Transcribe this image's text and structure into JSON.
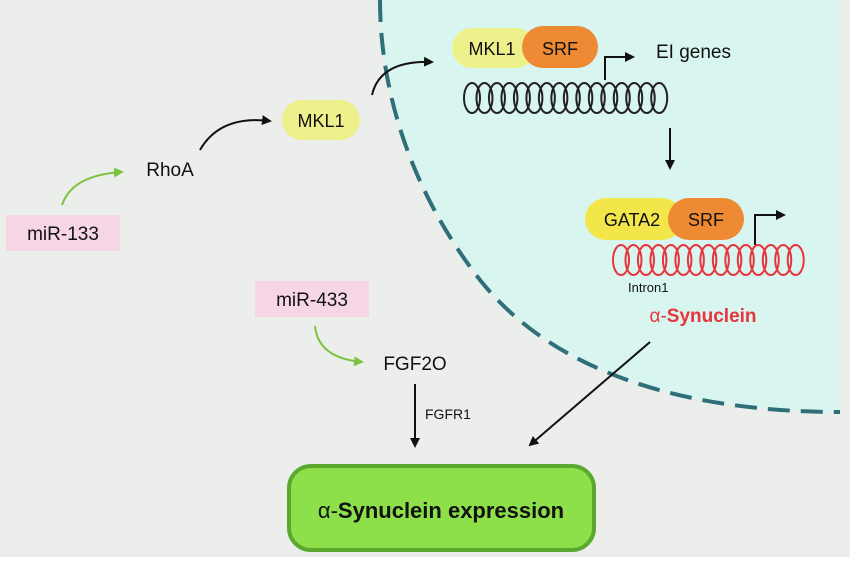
{
  "colors": {
    "cytoplasm": "#eceeec",
    "nucleus": "#d9f5ef",
    "nucleus_border": "#2f6f7a",
    "mirna_box": "#f6d6e4",
    "mkl1": "#eef08c",
    "gata2": "#f2e64a",
    "srf": "#ee8a33",
    "dna_black": "#222222",
    "dna_red": "#e8343c",
    "green_arrow": "#7ec242",
    "output_fill": "#8ee04a",
    "output_border": "#5ca82e",
    "accent_red": "#e8343c"
  },
  "mirnas": {
    "mir133": "miR-133",
    "mir433": "miR-433"
  },
  "nodes": {
    "rhoa": "RhoA",
    "mkl1_cyto": "MKL1",
    "fgf20": "FGF2O",
    "fgfr1": "FGFR1"
  },
  "nucleus": {
    "mkl1": "MKL1",
    "srf_top": "SRF",
    "ei_genes": "EI genes",
    "gata2": "GATA2",
    "srf_bottom": "SRF",
    "intron": "Intron1",
    "alpha": "α-",
    "synuclein": "Synuclein"
  },
  "output": {
    "alpha": "α-",
    "label": "Synuclein expression"
  }
}
